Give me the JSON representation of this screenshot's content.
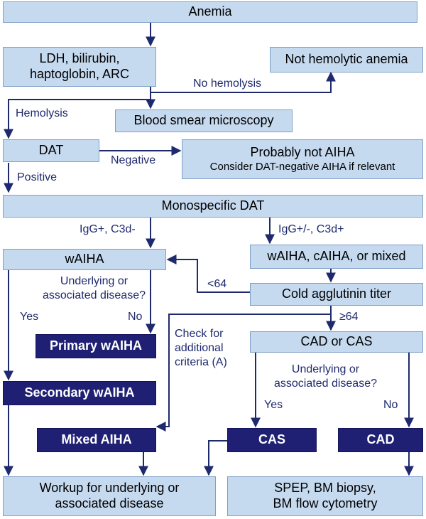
{
  "colors": {
    "light_box": "#c5d9ef",
    "light_border": "#7f9fc7",
    "dark_box": "#1f1f73",
    "arrow": "#1f2a6e",
    "label_text": "#1f2a6e"
  },
  "boxes": {
    "anemia": "Anemia",
    "labs": [
      "LDH, bilirubin,",
      "haptoglobin, ARC"
    ],
    "not_hemolytic": "Not hemolytic anemia",
    "blood_smear": "Blood smear microscopy",
    "dat": "DAT",
    "probably_not_aiha": [
      "Probably not AIHA",
      "Consider DAT-negative AIHA if relevant"
    ],
    "monospecific_dat": "Monospecific DAT",
    "waiha": "wAIHA",
    "waiha_caiha_mixed": "wAIHA,  cAIHA, or mixed",
    "cold_agglutinin_titer": "Cold agglutinin titer",
    "primary_waiha": "Primary wAIHA",
    "cad_or_cas": "CAD or CAS",
    "secondary_waiha": "Secondary wAIHA",
    "mixed_aiha": "Mixed AIHA",
    "cas": "CAS",
    "cad": "CAD",
    "workup": [
      "Workup for underlying or",
      "associated disease"
    ],
    "spep": [
      "SPEP, BM biopsy,",
      "BM flow cytometry"
    ]
  },
  "labels": {
    "no_hemolysis": "No hemolysis",
    "hemolysis": "Hemolysis",
    "negative": "Negative",
    "positive": "Positive",
    "igg_pos_c3d_neg": "IgG+, C3d-",
    "igg_pm_c3d_pos": "IgG+/-, C3d+",
    "underlying_left": [
      "Underlying or",
      "associated disease?"
    ],
    "yes_left": "Yes",
    "no_left": "No",
    "lt64": "<64",
    "ge64": "≥64",
    "check_criteria": [
      "Check for",
      "additional",
      "criteria (A)"
    ],
    "underlying_right": [
      "Underlying or",
      "associated disease?"
    ],
    "yes_right": "Yes",
    "no_right": "No"
  }
}
